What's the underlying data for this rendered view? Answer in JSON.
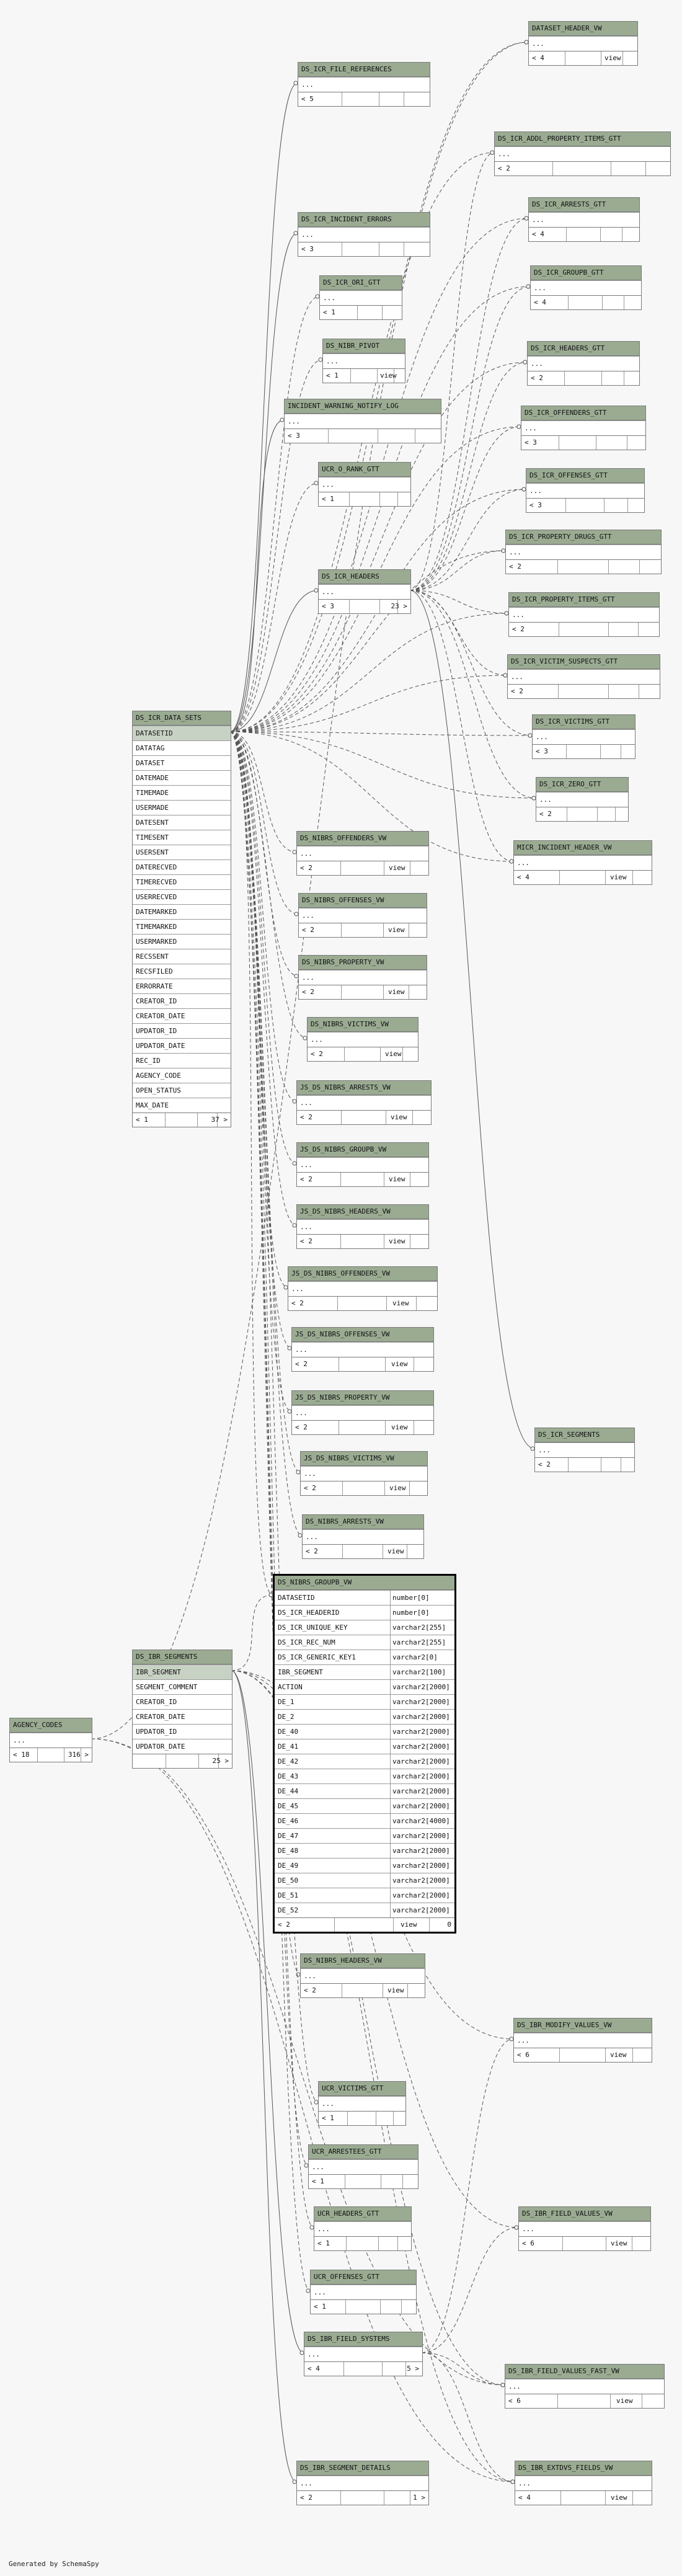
{
  "diagram": {
    "credit": "Generated by SchemaSpy",
    "colors": {
      "header": "#9aab92",
      "line": "#555555",
      "background": "#f7f7f7"
    }
  },
  "tables": [
    {
      "id": "dataset_header_vw",
      "name": "DATASET_HEADER_VW",
      "rows": [
        "..."
      ],
      "foot": {
        "left": "< 4",
        "mid": "view"
      }
    },
    {
      "id": "icr_file_refs",
      "name": "DS_ICR_FILE_REFERENCES",
      "rows": [
        "..."
      ],
      "foot": {
        "left": "< 5"
      }
    },
    {
      "id": "icr_addl_prop",
      "name": "DS_ICR_ADDL_PROPERTY_ITEMS_GTT",
      "rows": [
        "..."
      ],
      "foot": {
        "left": "< 2"
      }
    },
    {
      "id": "icr_arrests",
      "name": "DS_ICR_ARRESTS_GTT",
      "rows": [
        "..."
      ],
      "foot": {
        "left": "< 4"
      }
    },
    {
      "id": "icr_incident_errors",
      "name": "DS_ICR_INCIDENT_ERRORS",
      "rows": [
        "..."
      ],
      "foot": {
        "left": "< 3"
      }
    },
    {
      "id": "icr_groupb",
      "name": "DS_ICR_GROUPB_GTT",
      "rows": [
        "..."
      ],
      "foot": {
        "left": "< 4"
      }
    },
    {
      "id": "icr_ori",
      "name": "DS_ICR_ORI_GTT",
      "rows": [
        "..."
      ],
      "foot": {
        "left": "< 1"
      }
    },
    {
      "id": "nibr_pivot",
      "name": "DS_NIBR_PIVOT",
      "rows": [
        "..."
      ],
      "foot": {
        "left": "< 1",
        "mid": "view"
      }
    },
    {
      "id": "icr_headers_gtt",
      "name": "DS_ICR_HEADERS_GTT",
      "rows": [
        "..."
      ],
      "foot": {
        "left": "< 2"
      }
    },
    {
      "id": "incident_warning",
      "name": "INCIDENT_WARNING_NOTIFY_LOG",
      "rows": [
        "..."
      ],
      "foot": {
        "left": "< 3"
      }
    },
    {
      "id": "icr_offenders_gtt",
      "name": "DS_ICR_OFFENDERS_GTT",
      "rows": [
        "..."
      ],
      "foot": {
        "left": "< 3"
      }
    },
    {
      "id": "ucr_o_rank",
      "name": "UCR_O_RANK_GTT",
      "rows": [
        "..."
      ],
      "foot": {
        "left": "< 1"
      }
    },
    {
      "id": "icr_offenses_gtt",
      "name": "DS_ICR_OFFENSES_GTT",
      "rows": [
        "..."
      ],
      "foot": {
        "left": "< 3"
      }
    },
    {
      "id": "icr_property_drugs",
      "name": "DS_ICR_PROPERTY_DRUGS_GTT",
      "rows": [
        "..."
      ],
      "foot": {
        "left": "< 2"
      }
    },
    {
      "id": "icr_headers",
      "name": "DS_ICR_HEADERS",
      "rows": [
        "..."
      ],
      "foot": {
        "left": "< 3",
        "right": "23 >"
      }
    },
    {
      "id": "icr_property_items",
      "name": "DS_ICR_PROPERTY_ITEMS_GTT",
      "rows": [
        "..."
      ],
      "foot": {
        "left": "< 2"
      }
    },
    {
      "id": "icr_victim_suspects",
      "name": "DS_ICR_VICTIM_SUSPECTS_GTT",
      "rows": [
        "..."
      ],
      "foot": {
        "left": "< 2"
      }
    },
    {
      "id": "icr_victims_gtt",
      "name": "DS_ICR_VICTIMS_GTT",
      "rows": [
        "..."
      ],
      "foot": {
        "left": "< 3"
      }
    },
    {
      "id": "icr_data_sets",
      "name": "DS_ICR_DATA_SETS",
      "selected": 0,
      "rows": [
        "DATASETID",
        "DATATAG",
        "DATASET",
        "DATEMADE",
        "TIMEMADE",
        "USERMADE",
        "DATESENT",
        "TIMESENT",
        "USERSENT",
        "DATERECVED",
        "TIMERECVED",
        "USERRECVED",
        "DATEMARKED",
        "TIMEMARKED",
        "USERMARKED",
        "RECSSENT",
        "RECSFILED",
        "ERRORRATE",
        "CREATOR_ID",
        "CREATOR_DATE",
        "UPDATOR_ID",
        "UPDATOR_DATE",
        "REC_ID",
        "AGENCY_CODE",
        "OPEN_STATUS",
        "MAX_DATE"
      ],
      "foot": {
        "left": "< 1",
        "right": "37 >"
      }
    },
    {
      "id": "icr_zero",
      "name": "DS_ICR_ZERO_GTT",
      "rows": [
        "..."
      ],
      "foot": {
        "left": "< 2"
      }
    },
    {
      "id": "micr_incident",
      "name": "MICR_INCIDENT_HEADER_VW",
      "rows": [
        "..."
      ],
      "foot": {
        "left": "< 4",
        "mid": "view"
      }
    },
    {
      "id": "nibrs_offenders_vw",
      "name": "DS_NIBRS_OFFENDERS_VW",
      "rows": [
        "..."
      ],
      "foot": {
        "left": "< 2",
        "mid": "view"
      }
    },
    {
      "id": "nibrs_offenses_vw",
      "name": "DS_NIBRS_OFFENSES_VW",
      "rows": [
        "..."
      ],
      "foot": {
        "left": "< 2",
        "mid": "view"
      }
    },
    {
      "id": "nibrs_property_vw",
      "name": "DS_NIBRS_PROPERTY_VW",
      "rows": [
        "..."
      ],
      "foot": {
        "left": "< 2",
        "mid": "view"
      }
    },
    {
      "id": "nibrs_victims_vw",
      "name": "DS_NIBRS_VICTIMS_VW",
      "rows": [
        "..."
      ],
      "foot": {
        "left": "< 2",
        "mid": "view"
      }
    },
    {
      "id": "js_arrests_vw",
      "name": "JS_DS_NIBRS_ARRESTS_VW",
      "rows": [
        "..."
      ],
      "foot": {
        "left": "< 2",
        "mid": "view"
      }
    },
    {
      "id": "js_groupb_vw",
      "name": "JS_DS_NIBRS_GROUPB_VW",
      "rows": [
        "..."
      ],
      "foot": {
        "left": "< 2",
        "mid": "view"
      }
    },
    {
      "id": "js_headers_vw",
      "name": "JS_DS_NIBRS_HEADERS_VW",
      "rows": [
        "..."
      ],
      "foot": {
        "left": "< 2",
        "mid": "view"
      }
    },
    {
      "id": "js_offenders_vw",
      "name": "JS_DS_NIBRS_OFFENDERS_VW",
      "rows": [
        "..."
      ],
      "foot": {
        "left": "< 2",
        "mid": "view"
      }
    },
    {
      "id": "icr_segments",
      "name": "DS_ICR_SEGMENTS",
      "rows": [
        "..."
      ],
      "foot": {
        "left": "< 2"
      }
    },
    {
      "id": "js_offenses_vw",
      "name": "JS_DS_NIBRS_OFFENSES_VW",
      "rows": [
        "..."
      ],
      "foot": {
        "left": "< 2",
        "mid": "view"
      }
    },
    {
      "id": "js_property_vw",
      "name": "JS_DS_NIBRS_PROPERTY_VW",
      "rows": [
        "..."
      ],
      "foot": {
        "left": "< 2",
        "mid": "view"
      }
    },
    {
      "id": "js_victims_vw",
      "name": "JS_DS_NIBRS_VICTIMS_VW",
      "rows": [
        "..."
      ],
      "foot": {
        "left": "< 2",
        "mid": "view"
      }
    },
    {
      "id": "nibrs_arrests_vw",
      "name": "DS_NIBRS_ARRESTS_VW",
      "rows": [
        "..."
      ],
      "foot": {
        "left": "< 2",
        "mid": "view"
      }
    },
    {
      "id": "nibrs_groupb_vw",
      "name": "DS_NIBRS_GROUPB_VW",
      "focus": true,
      "rows": [
        [
          "DATASETID",
          "number[0]"
        ],
        [
          "DS_ICR_HEADERID",
          "number[0]"
        ],
        [
          "DS_ICR_UNIQUE_KEY",
          "varchar2[255]"
        ],
        [
          "DS_ICR_REC_NUM",
          "varchar2[255]"
        ],
        [
          "DS_ICR_GENERIC_KEY1",
          "varchar2[0]"
        ],
        [
          "IBR_SEGMENT",
          "varchar2[100]"
        ],
        [
          "ACTION",
          "varchar2[2000]"
        ],
        [
          "DE_1",
          "varchar2[2000]"
        ],
        [
          "DE_2",
          "varchar2[2000]"
        ],
        [
          "DE_40",
          "varchar2[2000]"
        ],
        [
          "DE_41",
          "varchar2[2000]"
        ],
        [
          "DE_42",
          "varchar2[2000]"
        ],
        [
          "DE_43",
          "varchar2[2000]"
        ],
        [
          "DE_44",
          "varchar2[2000]"
        ],
        [
          "DE_45",
          "varchar2[2000]"
        ],
        [
          "DE_46",
          "varchar2[4000]"
        ],
        [
          "DE_47",
          "varchar2[2000]"
        ],
        [
          "DE_48",
          "varchar2[2000]"
        ],
        [
          "DE_49",
          "varchar2[2000]"
        ],
        [
          "DE_50",
          "varchar2[2000]"
        ],
        [
          "DE_51",
          "varchar2[2000]"
        ],
        [
          "DE_52",
          "varchar2[2000]"
        ]
      ],
      "foot": {
        "left": "< 2",
        "mid": "view",
        "right": "0"
      }
    },
    {
      "id": "ibr_segments",
      "name": "DS_IBR_SEGMENTS",
      "selected": 0,
      "rows": [
        "IBR_SEGMENT",
        "SEGMENT_COMMENT",
        "CREATOR_ID",
        "CREATOR_DATE",
        "UPDATOR_ID",
        "UPDATOR_DATE"
      ],
      "foot": {
        "right": "25 >"
      }
    },
    {
      "id": "agency_codes",
      "name": "AGENCY_CODES",
      "rows": [
        "..."
      ],
      "foot": {
        "left": "< 18",
        "right": "316 >"
      }
    },
    {
      "id": "nibrs_headers_vw",
      "name": "DS_NIBRS_HEADERS_VW",
      "rows": [
        "..."
      ],
      "foot": {
        "left": "< 2",
        "mid": "view"
      }
    },
    {
      "id": "ibr_modify_values",
      "name": "DS_IBR_MODIFY_VALUES_VW",
      "rows": [
        "..."
      ],
      "foot": {
        "left": "< 6",
        "mid": "view"
      }
    },
    {
      "id": "ucr_victims",
      "name": "UCR_VICTIMS_GTT",
      "rows": [
        "..."
      ],
      "foot": {
        "left": "< 1"
      }
    },
    {
      "id": "ucr_arrestees",
      "name": "UCR_ARRESTEES_GTT",
      "rows": [
        "..."
      ],
      "foot": {
        "left": "< 1"
      }
    },
    {
      "id": "ucr_headers",
      "name": "UCR_HEADERS_GTT",
      "rows": [
        "..."
      ],
      "foot": {
        "left": "< 1"
      }
    },
    {
      "id": "ibr_field_values_vw",
      "name": "DS_IBR_FIELD_VALUES_VW",
      "rows": [
        "..."
      ],
      "foot": {
        "left": "< 6",
        "mid": "view"
      }
    },
    {
      "id": "ucr_offenses",
      "name": "UCR_OFFENSES_GTT",
      "rows": [
        "..."
      ],
      "foot": {
        "left": "< 1"
      }
    },
    {
      "id": "ibr_field_systems",
      "name": "DS_IBR_FIELD_SYSTEMS",
      "rows": [
        "..."
      ],
      "foot": {
        "left": "< 4",
        "right": "5 >"
      }
    },
    {
      "id": "ibr_field_values_fast",
      "name": "DS_IBR_FIELD_VALUES_FAST_VW",
      "rows": [
        "..."
      ],
      "foot": {
        "left": "< 6",
        "mid": "view"
      }
    },
    {
      "id": "ibr_segment_details",
      "name": "DS_IBR_SEGMENT_DETAILS",
      "rows": [
        "..."
      ],
      "foot": {
        "left": "< 2",
        "right": "1 >"
      }
    },
    {
      "id": "ibr_extdvs_fields",
      "name": "DS_IBR_EXTDVS_FIELDS_VW",
      "rows": [
        "..."
      ],
      "foot": {
        "left": "< 4",
        "mid": "view"
      }
    }
  ]
}
